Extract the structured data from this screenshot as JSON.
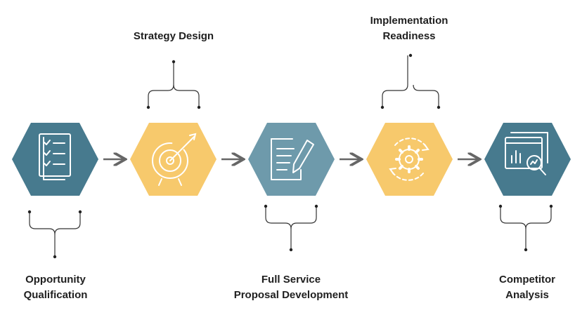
{
  "colors": {
    "blue": "#477a8e",
    "blue_light": "#6e9aab",
    "yellow": "#f7c96c",
    "line": "#333333",
    "arrow": "#666666",
    "text": "#1f1f1f"
  },
  "steps": [
    {
      "id": "opportunity-qualification",
      "lines": [
        "Opportunity",
        "Qualification"
      ],
      "icon": "checklist-icon",
      "color": "blue"
    },
    {
      "id": "strategy-design",
      "lines": [
        "Strategy Design"
      ],
      "icon": "target-icon",
      "color": "yellow"
    },
    {
      "id": "full-service-proposal-development",
      "lines": [
        "Full Service",
        "Proposal Development"
      ],
      "icon": "document-pen-icon",
      "color": "blue_light"
    },
    {
      "id": "implementation-readiness",
      "lines": [
        "Implementation",
        "Readiness"
      ],
      "icon": "gear-cycle-icon",
      "color": "yellow"
    },
    {
      "id": "competitor-analysis",
      "lines": [
        "Competitor",
        "Analysis"
      ],
      "icon": "analytics-magnifier-icon",
      "color": "blue"
    }
  ]
}
